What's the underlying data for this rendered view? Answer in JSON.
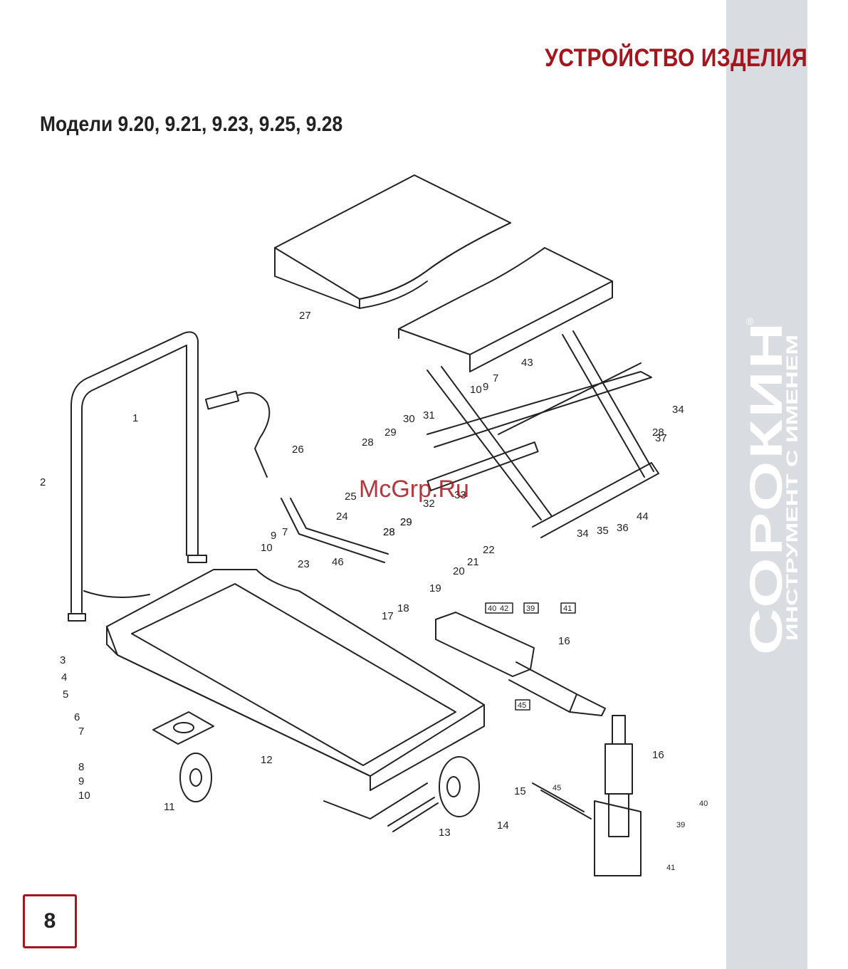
{
  "header": {
    "section_title": "УСТРОЙСТВО ИЗДЕЛИЯ",
    "models": "Модели 9.20, 9.21, 9.23, 9.25, 9.28"
  },
  "brand": {
    "logo_text": "СОРОКИН",
    "tagline": "ИНСТРУМЕНТ С ИМЕНЕМ",
    "mark": "®",
    "color_band": "#d9dde1",
    "color_text": "#ffffff"
  },
  "watermark": "McGrp.Ru",
  "page": {
    "number": "8",
    "accent_color": "#a3161e"
  },
  "diagram": {
    "callouts": [
      "1",
      "2",
      "3",
      "4",
      "5",
      "6",
      "7",
      "8",
      "9",
      "10",
      "11",
      "12",
      "13",
      "14",
      "15",
      "16",
      "16",
      "17",
      "18",
      "19",
      "20",
      "21",
      "22",
      "23",
      "24",
      "25",
      "26",
      "27",
      "28",
      "28",
      "28",
      "29",
      "29",
      "30",
      "31",
      "32",
      "33",
      "34",
      "34",
      "35",
      "36",
      "37",
      "43",
      "44",
      "46",
      "10",
      "9",
      "7",
      "10",
      "9",
      "7",
      "28",
      "29"
    ],
    "box_labels": [
      "40",
      "42",
      "39",
      "41",
      "45",
      "45",
      "40",
      "39",
      "41",
      "42"
    ]
  }
}
